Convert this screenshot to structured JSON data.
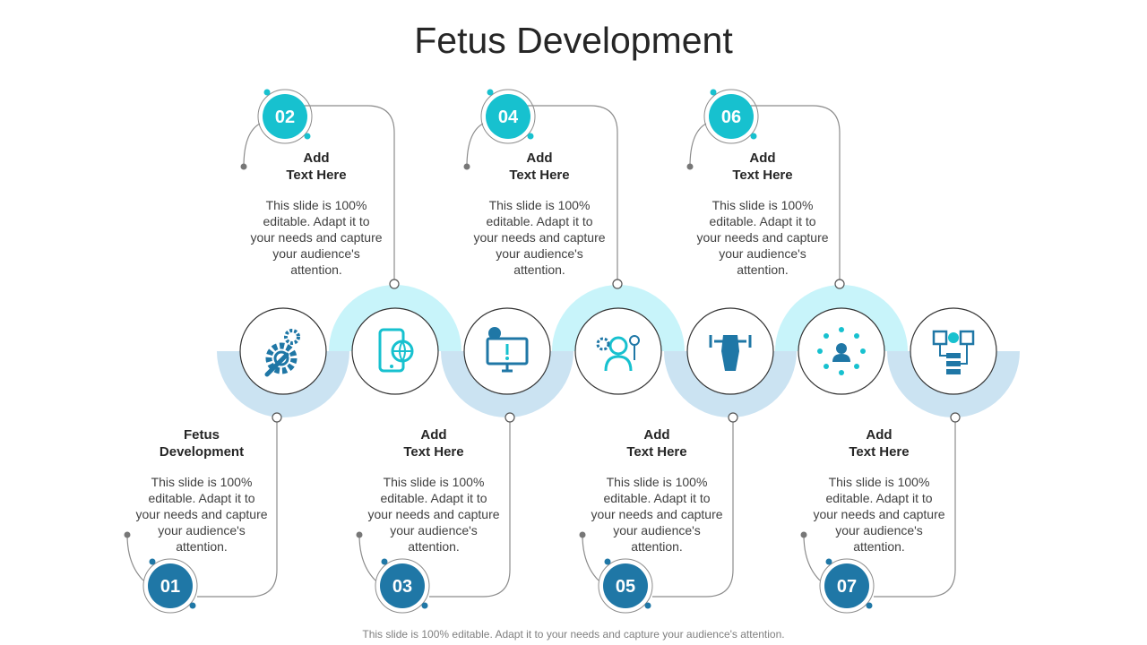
{
  "slide": {
    "title": "Fetus Development",
    "footer": "This slide is 100% editable. Adapt it to your needs and capture your audience's attention."
  },
  "colors": {
    "top_accent": "#17c1cf",
    "bottom_accent": "#1f77a6",
    "top_band": "#c8f4fa",
    "bottom_band": "#cbe3f2",
    "icon_primary": "#1f77a6",
    "icon_secondary": "#17c1cf",
    "connector": "#8c8c8c"
  },
  "steps": [
    {
      "number": "01",
      "title": "Fetus\nDevelopment",
      "body": "This slide is 100% editable. Adapt it to your needs and capture your audience's attention.",
      "icon": "gears-wrench-icon"
    },
    {
      "number": "02",
      "title": "Add\nText Here",
      "body": "This slide is 100% editable. Adapt it to your needs and capture your audience's attention.",
      "icon": "mobile-globe-icon"
    },
    {
      "number": "03",
      "title": "Add\nText Here",
      "body": "This slide is 100% editable. Adapt it to your needs and capture your audience's attention.",
      "icon": "monitor-bug-alert-icon"
    },
    {
      "number": "04",
      "title": "Add\nText Here",
      "body": "This slide is 100% editable. Adapt it to your needs and capture your audience's attention.",
      "icon": "person-gear-idea-icon"
    },
    {
      "number": "05",
      "title": "Add\nText Here",
      "body": "This slide is 100% editable. Adapt it to your needs and capture your audience's attention.",
      "icon": "fist-dumbbell-icon"
    },
    {
      "number": "06",
      "title": "Add\nText Here",
      "body": "This slide is 100% editable. Adapt it to your needs and capture your audience's attention.",
      "icon": "user-network-arrows-icon"
    },
    {
      "number": "07",
      "title": "Add\nText Here",
      "body": "This slide is 100% editable. Adapt it to your needs and capture your audience's attention.",
      "icon": "servers-chart-icon"
    }
  ]
}
